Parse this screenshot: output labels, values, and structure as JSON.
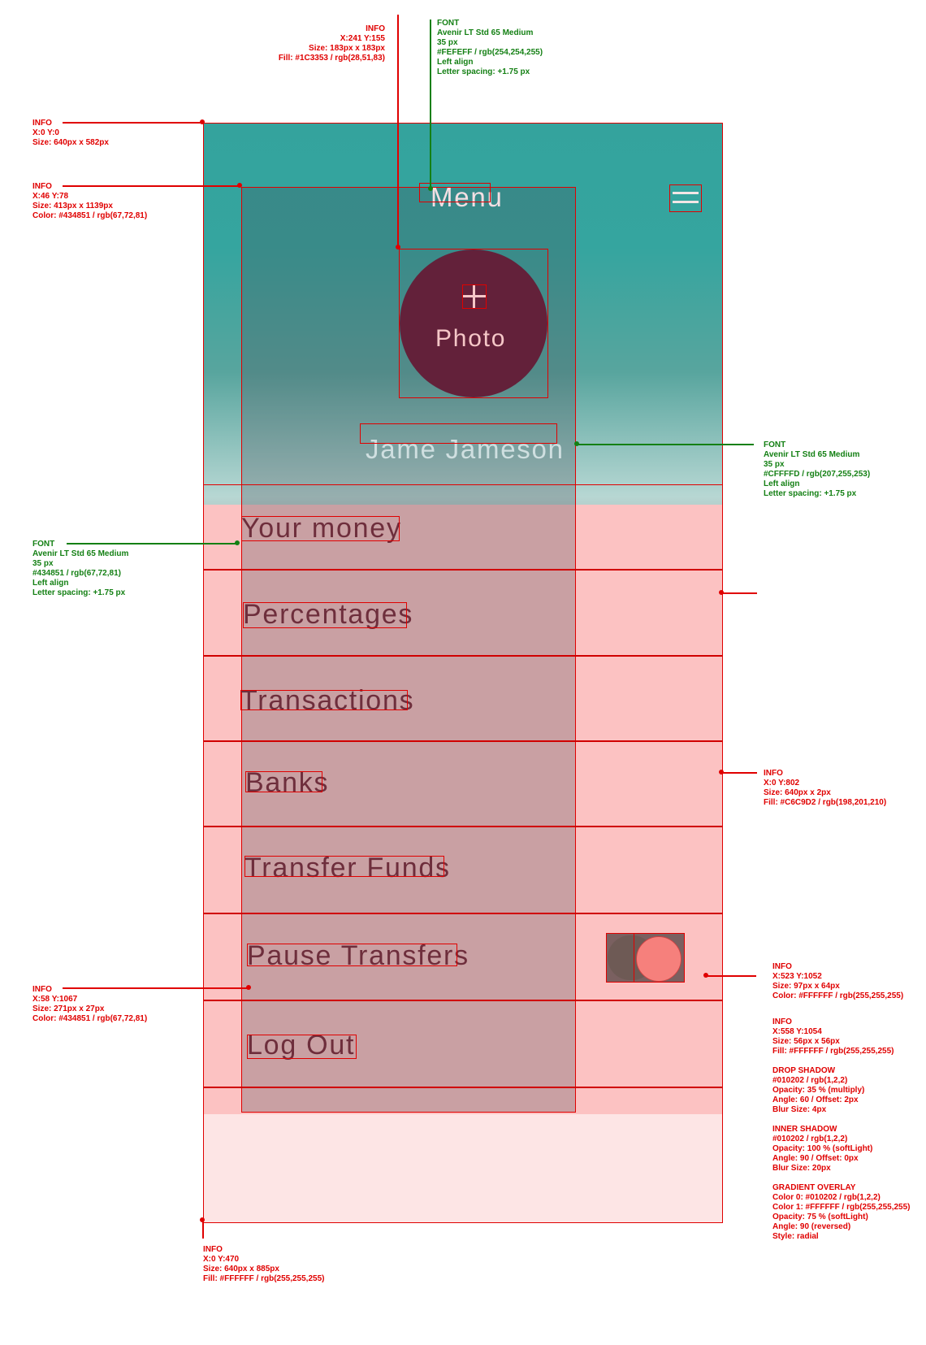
{
  "screen": {
    "title": "Menu",
    "photo_label": "Photo",
    "plus_symbol": "+",
    "user_name": "Jame Jameson",
    "menu_items": [
      "Your money",
      "Percentages",
      "Transactions",
      "Banks",
      "Transfer Funds",
      "Pause Transfers",
      "Log Out"
    ],
    "pause_toggle_on": true
  },
  "annotations": {
    "photo_info": [
      "INFO",
      "X:241  Y:155",
      "Size: 183px x 183px",
      "Fill: #1C3353 / rgb(28,51,83)"
    ],
    "title_font": [
      "FONT",
      "Avenir LT Std 65 Medium",
      "35 px",
      "#FEFEFF / rgb(254,254,255)",
      "Left align",
      "Letter spacing: +1.75 px"
    ],
    "header_info": [
      "INFO",
      "X:0  Y:0",
      "Size: 640px x 582px"
    ],
    "drawer_info": [
      "INFO",
      "X:46  Y:78",
      "Size: 413px x 1139px",
      "Color: #434851 / rgb(67,72,81)"
    ],
    "name_font": [
      "FONT",
      "Avenir LT Std 65 Medium",
      "35 px",
      "#CFFFFD / rgb(207,255,253)",
      "Left align",
      "Letter spacing: +1.75 px"
    ],
    "item_font": [
      "FONT",
      "Avenir LT Std 65 Medium",
      "35 px",
      "#434851 / rgb(67,72,81)",
      "Left align",
      "Letter spacing: +1.75 px"
    ],
    "divider_info": [
      "INFO",
      "X:0  Y:802",
      "Size: 640px x 2px",
      "Fill: #C6C9D2 / rgb(198,201,210)"
    ],
    "toggle_info": [
      "INFO",
      "X:523  Y:1052",
      "Size: 97px x 64px",
      "Color: #FFFFFF / rgb(255,255,255)"
    ],
    "knob_info": [
      "INFO",
      "X:558  Y:1054",
      "Size: 56px x 56px",
      "Fill: #FFFFFF / rgb(255,255,255)"
    ],
    "drop_shadow": [
      "DROP SHADOW",
      "#010202 / rgb(1,2,2)",
      "Opacity: 35 % (multiply)",
      "Angle: 60 / Offset: 2px",
      "Blur Size: 4px"
    ],
    "inner_shadow": [
      "INNER SHADOW",
      "#010202 / rgb(1,2,2)",
      "Opacity: 100 % (softLight)",
      "Angle: 90 / Offset: 0px",
      "Blur Size: 20px"
    ],
    "gradient_overlay": [
      "GRADIENT OVERLAY",
      "Color 0: #010202 / rgb(1,2,2)",
      "Color 1: #FFFFFF / rgb(255,255,255)",
      "Opacity: 75 % (softLight)",
      "Angle: 90 (reversed)",
      "Style: radial"
    ],
    "pause_info": [
      "INFO",
      "X:58  Y:1067",
      "Size: 271px x 27px",
      "Color: #434851 / rgb(67,72,81)"
    ],
    "list_info": [
      "INFO",
      "X:0  Y:470",
      "Size: 640px x 885px",
      "Fill: #FFFFFF / rgb(255,255,255)"
    ]
  },
  "colors": {
    "header_teal": "#35a59f",
    "photo_fill": "#63213a",
    "item_text": "#6e2e3c",
    "annotation_red": "#e00000",
    "annotation_green": "#148014"
  }
}
